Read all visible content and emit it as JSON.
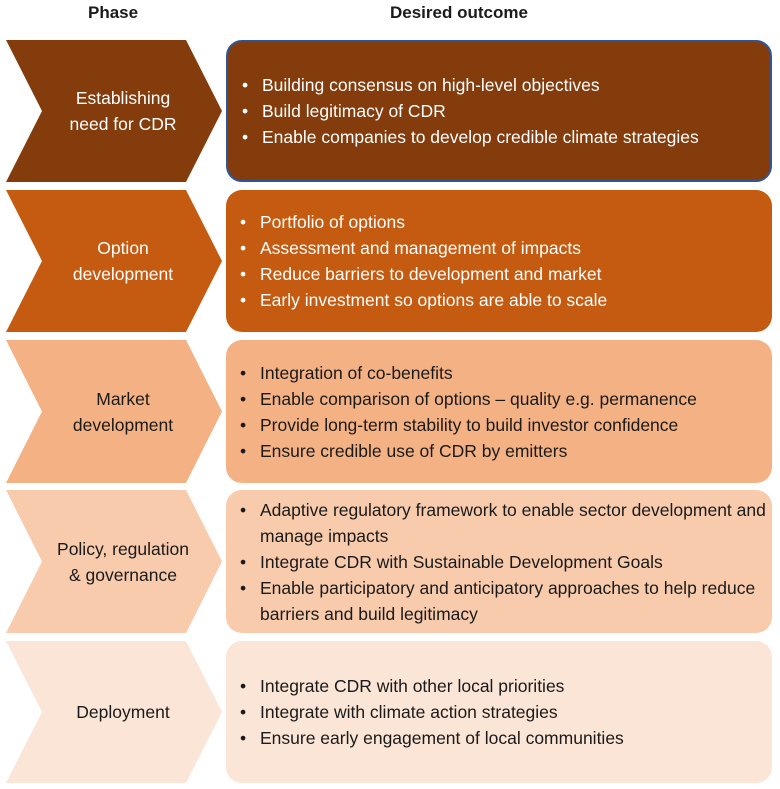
{
  "header": {
    "phase": "Phase",
    "outcome": "Desired outcome"
  },
  "rows": [
    {
      "phase": "Establishing need for CDR",
      "color": "#843c0c",
      "text_color": "#ffffff",
      "outcomes": [
        "Building consensus on high-level objectives",
        "Build legitimacy of CDR",
        "Enable companies to develop credible climate strategies"
      ]
    },
    {
      "phase": "Option development",
      "color": "#c55a11",
      "text_color": "#ffffff",
      "outcomes": [
        "Portfolio of options",
        "Assessment and management of impacts",
        "Reduce barriers to development and market",
        "Early investment so options are able to scale"
      ]
    },
    {
      "phase": "Market development",
      "color": "#f4b183",
      "text_color": "#1a1a1a",
      "outcomes": [
        "Integration of co-benefits",
        "Enable comparison of options – quality e.g. permanence",
        "Provide long-term stability to build investor confidence",
        "Ensure credible use of CDR by emitters"
      ]
    },
    {
      "phase": "Policy, regulation & governance",
      "color": "#f8cbad",
      "text_color": "#1a1a1a",
      "outcomes": [
        "Adaptive regulatory framework to enable sector development and manage impacts",
        "Integrate CDR with Sustainable Development Goals",
        "Enable participatory and anticipatory approaches to help reduce barriers and build legitimacy"
      ]
    },
    {
      "phase": "Deployment",
      "color": "#fbe5d6",
      "text_color": "#1a1a1a",
      "outcomes": [
        "Integrate CDR with other local priorities",
        "Integrate with climate action strategies",
        "Ensure early engagement of local communities"
      ]
    }
  ]
}
